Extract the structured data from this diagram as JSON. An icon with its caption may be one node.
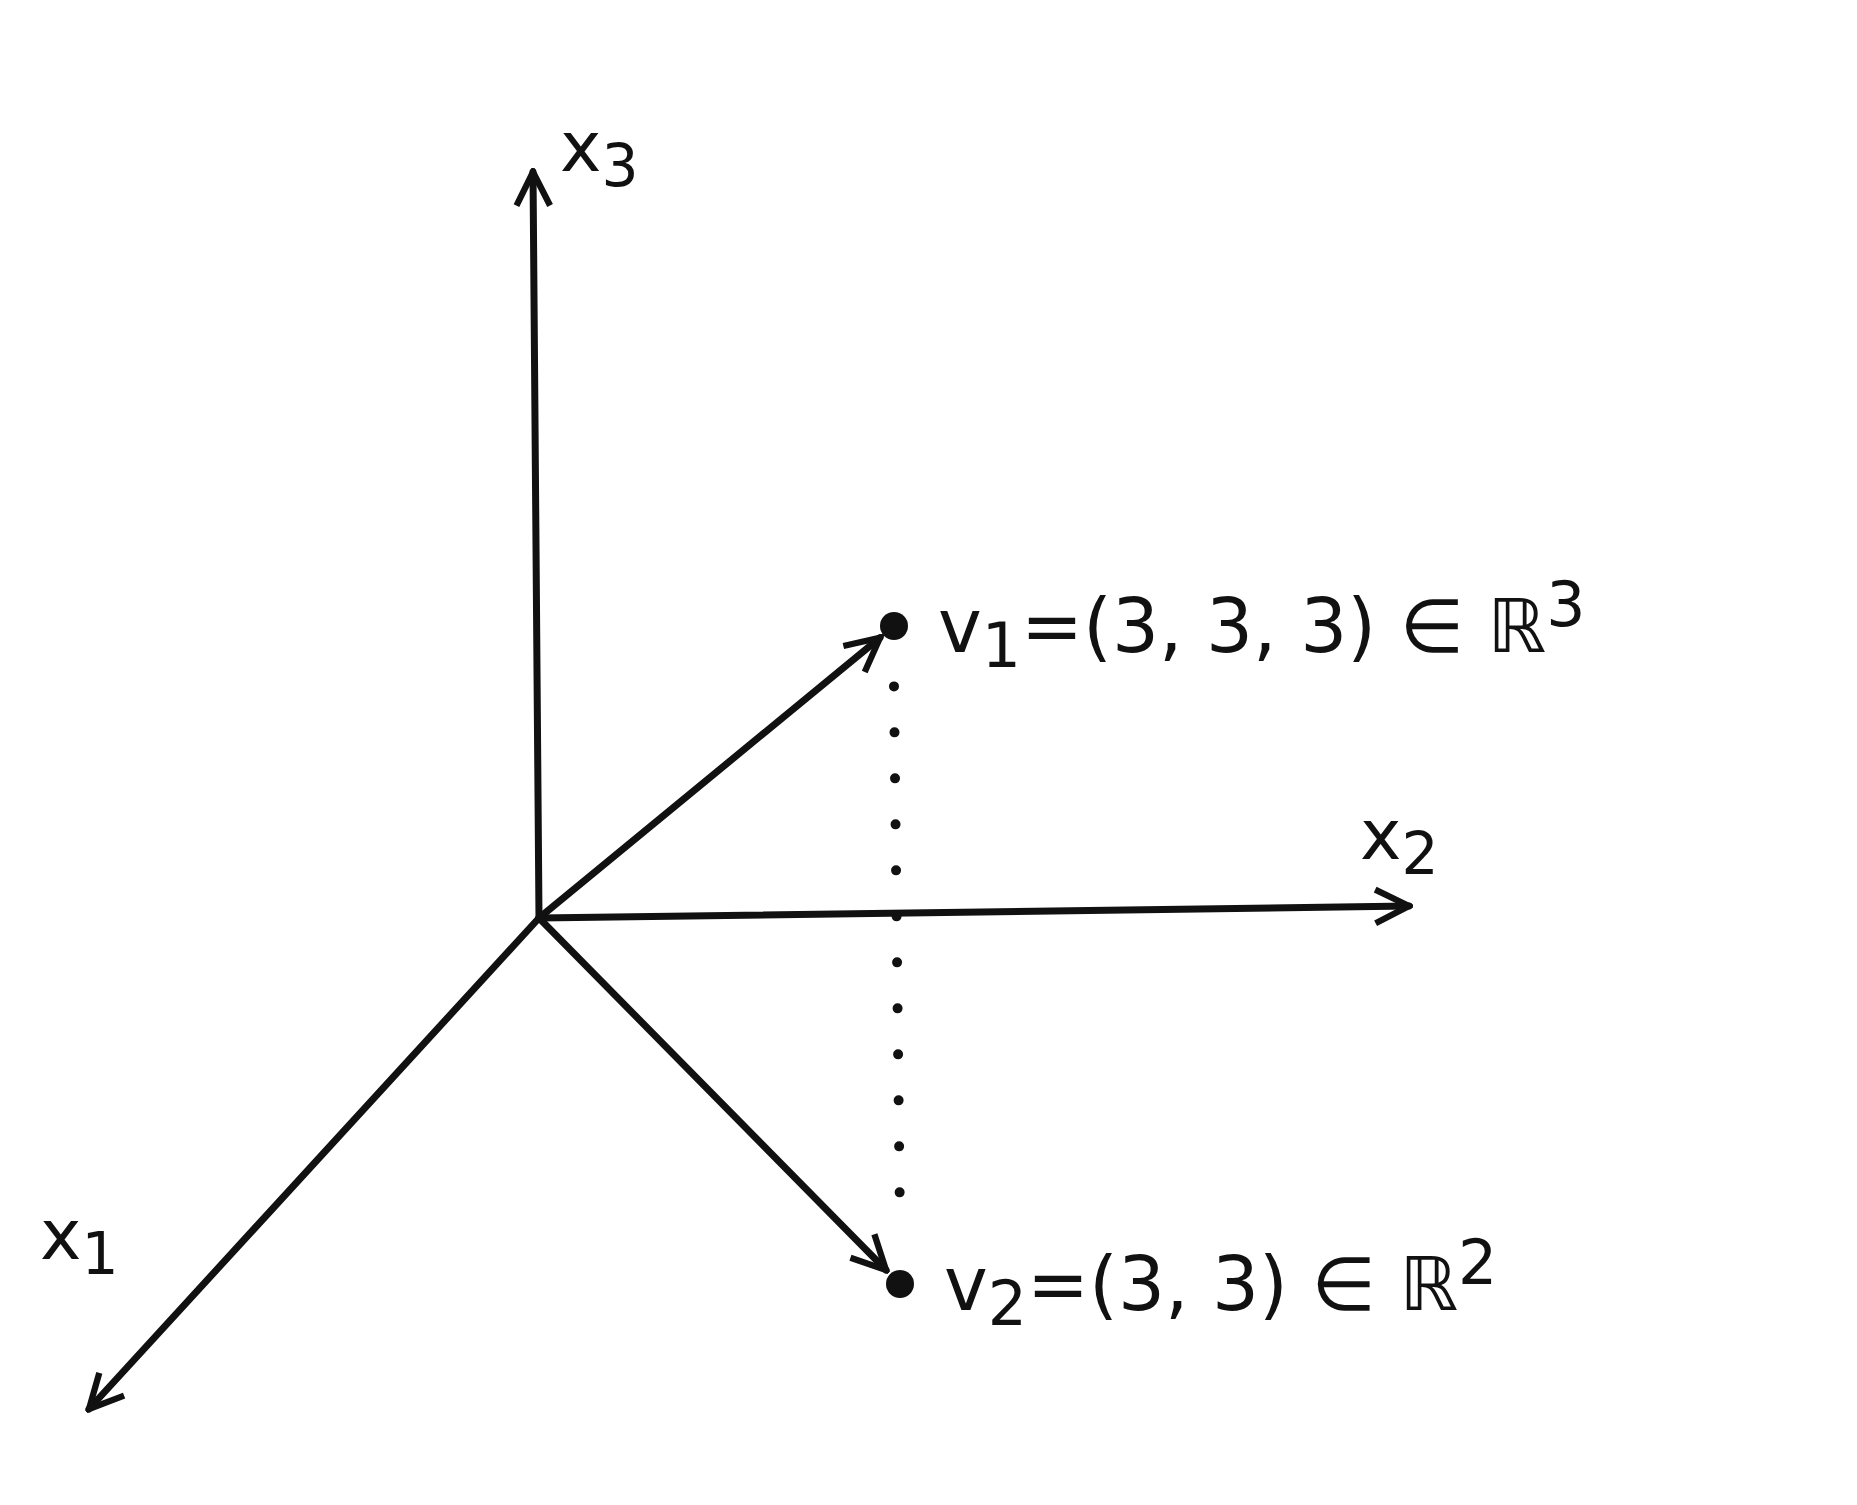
{
  "diagram": {
    "nodes": [
      {
        "text": [
          "v$_{1}$=(3, 3, 3) ∈ ℝ$^{3}$"
        ]
      },
      {
        "text": [
          "v$_{2}$=(3, 3) ∈ ℝ$^{2}$"
        ]
      }
    ],
    "edges": [
      {
        "from": null,
        "to": 0,
        "arrow": "to"
      },
      {
        "from": null,
        "to": 1,
        "arrow": "to"
      },
      {
        "from": 0,
        "to": 1,
        "arrow": "none",
        "style": "dashed"
      }
    ],
    "labels": [
      "x$_{3}$",
      "x$_{2}$",
      "x$_{1}$"
    ]
  }
}
